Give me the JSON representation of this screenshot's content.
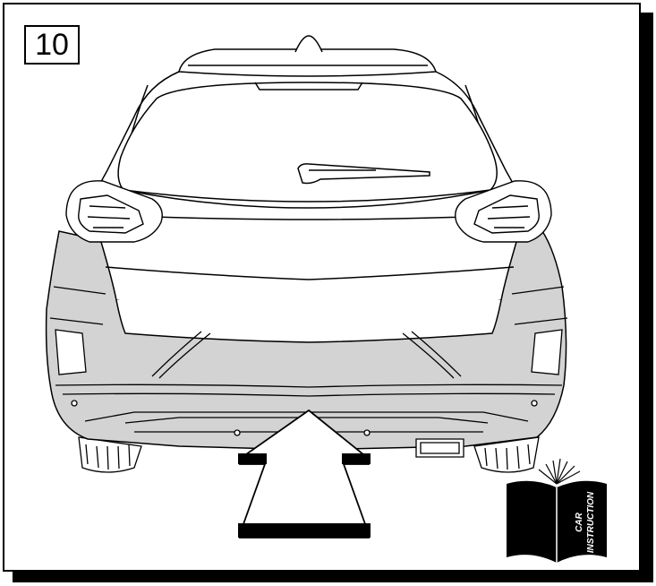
{
  "step": {
    "number": "10"
  },
  "manual_icon": {
    "line1": "CAR",
    "line2": "INSTRUCTION"
  },
  "colors": {
    "line": "#000000",
    "bumper_fill": "#d3d3d3",
    "background": "#ffffff"
  },
  "icons": {
    "arrow": "up-arrow-icon",
    "manual": "open-book-icon"
  }
}
